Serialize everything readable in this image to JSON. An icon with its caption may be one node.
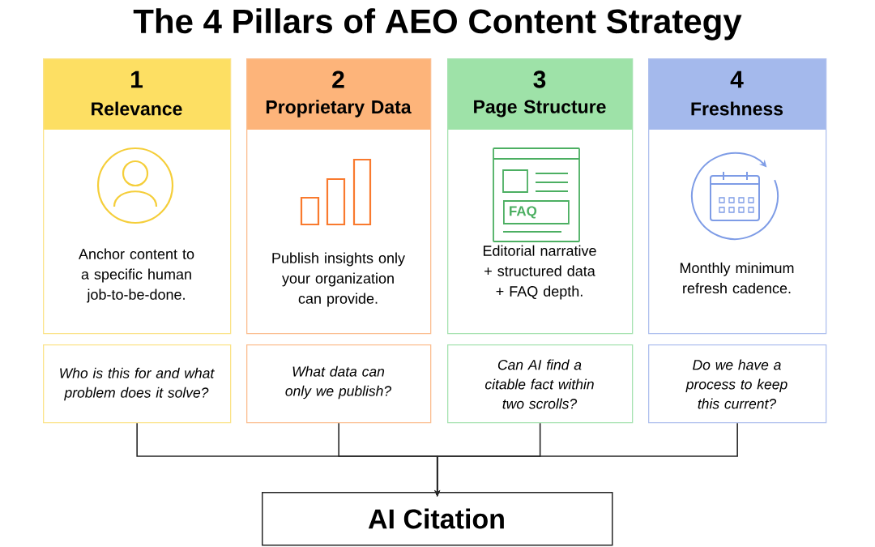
{
  "diagram": {
    "title": "The 4 Pillars of AEO Content Strategy",
    "nodes": [
      {
        "text": [
          "1",
          "Relevance",
          "Anchor content to a specific human job-to-be-done."
        ]
      },
      {
        "text": [
          "2",
          "Proprietary Data",
          "Publish insights only your organization can provide."
        ]
      },
      {
        "text": [
          "3",
          "Page Structure",
          "Editorial narrative + structured data + FAQ depth."
        ]
      },
      {
        "text": [
          "FAQ"
        ],
        "in": 2
      },
      {
        "text": [
          "4",
          "Freshness",
          "Monthly minimum refresh cadence."
        ]
      },
      {
        "text": [
          "Who is this for and what problem does it solve?"
        ]
      },
      {
        "text": [
          "What data can only we publish?"
        ]
      },
      {
        "text": [
          "Can AI find a citable fact within two scrolls?"
        ]
      },
      {
        "text": [
          "Do we have a process to keep this current?"
        ]
      },
      {
        "text": [
          "AI Citation"
        ]
      }
    ],
    "edges": [
      {
        "from": 5,
        "to": 9,
        "arrow": "to"
      },
      {
        "from": 6,
        "to": 9,
        "arrow": "to"
      },
      {
        "from": 7,
        "to": 9,
        "arrow": "to"
      },
      {
        "from": 8,
        "to": 9,
        "arrow": "to"
      }
    ]
  }
}
